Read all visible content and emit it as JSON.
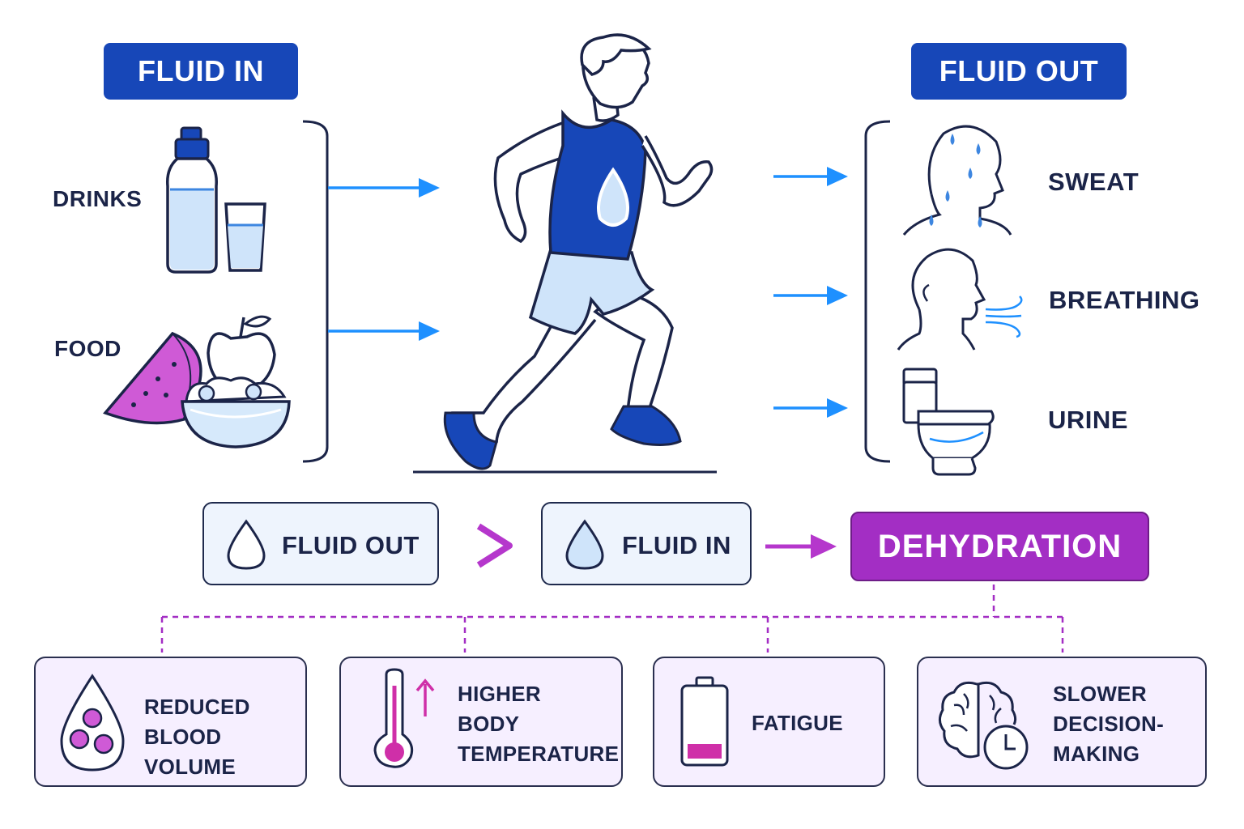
{
  "fluid_in": {
    "title": "FLUID IN",
    "items": [
      {
        "label": "DRINKS",
        "icon": "water-bottle-and-glass-icon"
      },
      {
        "label": "FOOD",
        "icon": "watermelon-apple-bowl-icon"
      }
    ]
  },
  "fluid_out": {
    "title": "FLUID OUT",
    "items": [
      {
        "label": "SWEAT",
        "icon": "sweating-head-icon"
      },
      {
        "label": "BREATHING",
        "icon": "breathing-head-icon"
      },
      {
        "label": "URINE",
        "icon": "toilet-icon"
      }
    ]
  },
  "equation": {
    "left": "FLUID OUT",
    "operator": ">",
    "right": "FLUID IN",
    "result": "DEHYDRATION"
  },
  "effects": [
    {
      "lines": [
        "REDUCED",
        "BLOOD VOLUME"
      ],
      "icon": "blood-drop-icon"
    },
    {
      "lines": [
        "HIGHER",
        "BODY",
        "TEMPERATURE"
      ],
      "icon": "thermometer-up-icon"
    },
    {
      "lines": [
        "FATIGUE"
      ],
      "icon": "low-battery-icon"
    },
    {
      "lines": [
        "SLOWER",
        "DECISION-",
        "MAKING"
      ],
      "icon": "brain-clock-icon"
    }
  ],
  "colors": {
    "navy": "#1747b8",
    "blue_arrow": "#1e90ff",
    "purple": "#a32ec4",
    "light_blue": "#d6e9fb",
    "light_purple": "#f6efff"
  }
}
